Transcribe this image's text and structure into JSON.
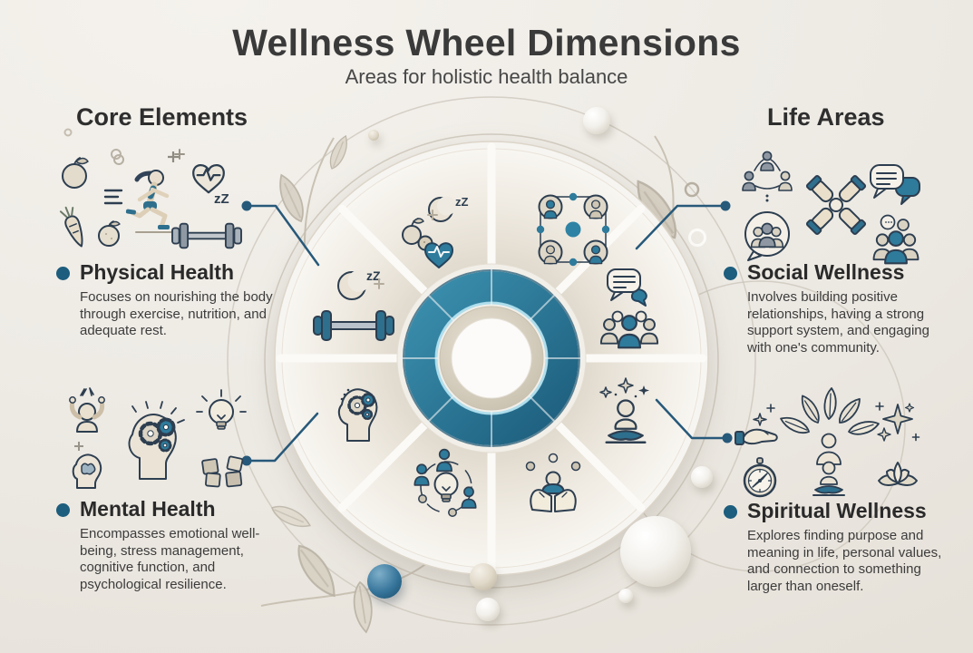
{
  "title": "Wellness Wheel Dimensions",
  "subtitle": "Areas for holistic health balance",
  "sleep_text": "zZ",
  "left_column": {
    "heading": "Core Elements",
    "sections": [
      {
        "title": "Physical Health",
        "description": "Focuses on nourishing the body through exercise, nutrition, and adequate rest.",
        "icons": [
          "apple-icon",
          "carrot-icon",
          "running-woman-icon",
          "heart-pulse-icon",
          "sleep-zz-icon",
          "dumbbell-icon"
        ]
      },
      {
        "title": "Mental Health",
        "description": "Encompasses emotional well-being, stress management, cognitive function, and psychological resilience.",
        "icons": [
          "stressed-person-icon",
          "head-gears-icon",
          "brain-icon",
          "lightbulb-icon",
          "puzzle-pieces-icon"
        ]
      }
    ]
  },
  "right_column": {
    "heading": "Life Areas",
    "sections": [
      {
        "title": "Social Wellness",
        "description": "Involves building positive relationships, having a strong support system, and engaging with one's community.",
        "icons": [
          "people-network-icon",
          "speech-people-icon",
          "joined-hands-icon",
          "chat-bubbles-icon",
          "community-group-icon"
        ]
      },
      {
        "title": "Spiritual Wellness",
        "description": "Explores finding purpose and meaning in life, personal values, and connection to something larger than oneself.",
        "icons": [
          "giving-hand-icon",
          "personal-growth-icon",
          "sparkles-icon",
          "compass-icon",
          "meditation-icon",
          "lotus-icon"
        ]
      }
    ]
  },
  "wheel": {
    "segments": [
      {
        "position": "top-left",
        "icon": "nutrition-sleep-heart-icons"
      },
      {
        "position": "top-right",
        "icon": "people-network-icon"
      },
      {
        "position": "left",
        "icon": "sleep-dumbbell-icons"
      },
      {
        "position": "right",
        "icon": "chat-community-icons"
      },
      {
        "position": "lower-left",
        "icon": "head-gears-icon"
      },
      {
        "position": "lower-right",
        "icon": "meditation-stars-icons"
      },
      {
        "position": "bottom-left",
        "icon": "idea-collaboration-icon"
      },
      {
        "position": "bottom-right",
        "icon": "caring-hands-icon"
      }
    ]
  },
  "colors": {
    "background": "#edeae4",
    "accent_teal": "#2e7b9c",
    "ring_teal_dark": "#1d5e7d",
    "ring_glow": "#a9dcec",
    "outline_navy": "#2d3e50",
    "bullet_dot": "#1d5d7d",
    "beige": "#d9d2c4",
    "title_text": "#3a3a3a",
    "body_text": "#3c3c3c"
  }
}
